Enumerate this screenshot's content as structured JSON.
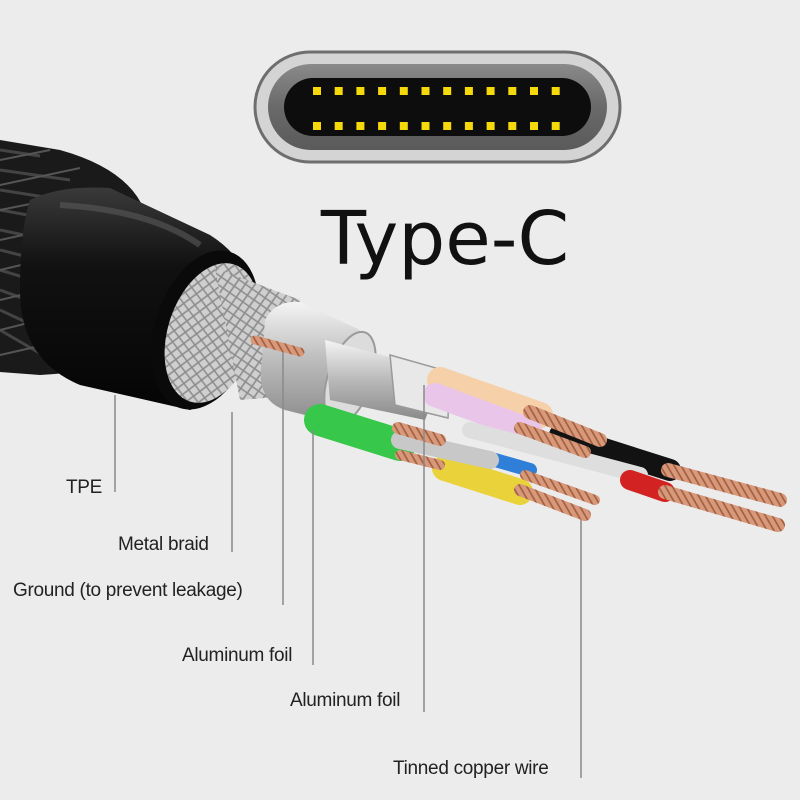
{
  "title": "Type-C",
  "connector": {
    "pin_color": "#f5d90a",
    "pins_per_row": 12,
    "rows": 2
  },
  "labels": {
    "tpe": "TPE",
    "metal_braid": "Metal braid",
    "ground": "Ground (to prevent leakage)",
    "aluminum_foil_1": "Aluminum foil",
    "aluminum_foil_2": "Aluminum foil",
    "tinned_copper_wire": "Tinned copper wire"
  },
  "colors": {
    "background": "#ececec",
    "jacket": "#111111",
    "wire_pink": "#e9c6e9",
    "wire_peach": "#f5d0a8",
    "wire_green": "#37c74a",
    "wire_yellow": "#e9d23a",
    "wire_blue": "#2f7fd8",
    "wire_black": "#121212",
    "wire_red": "#d22222",
    "copper": "#c9805a"
  }
}
